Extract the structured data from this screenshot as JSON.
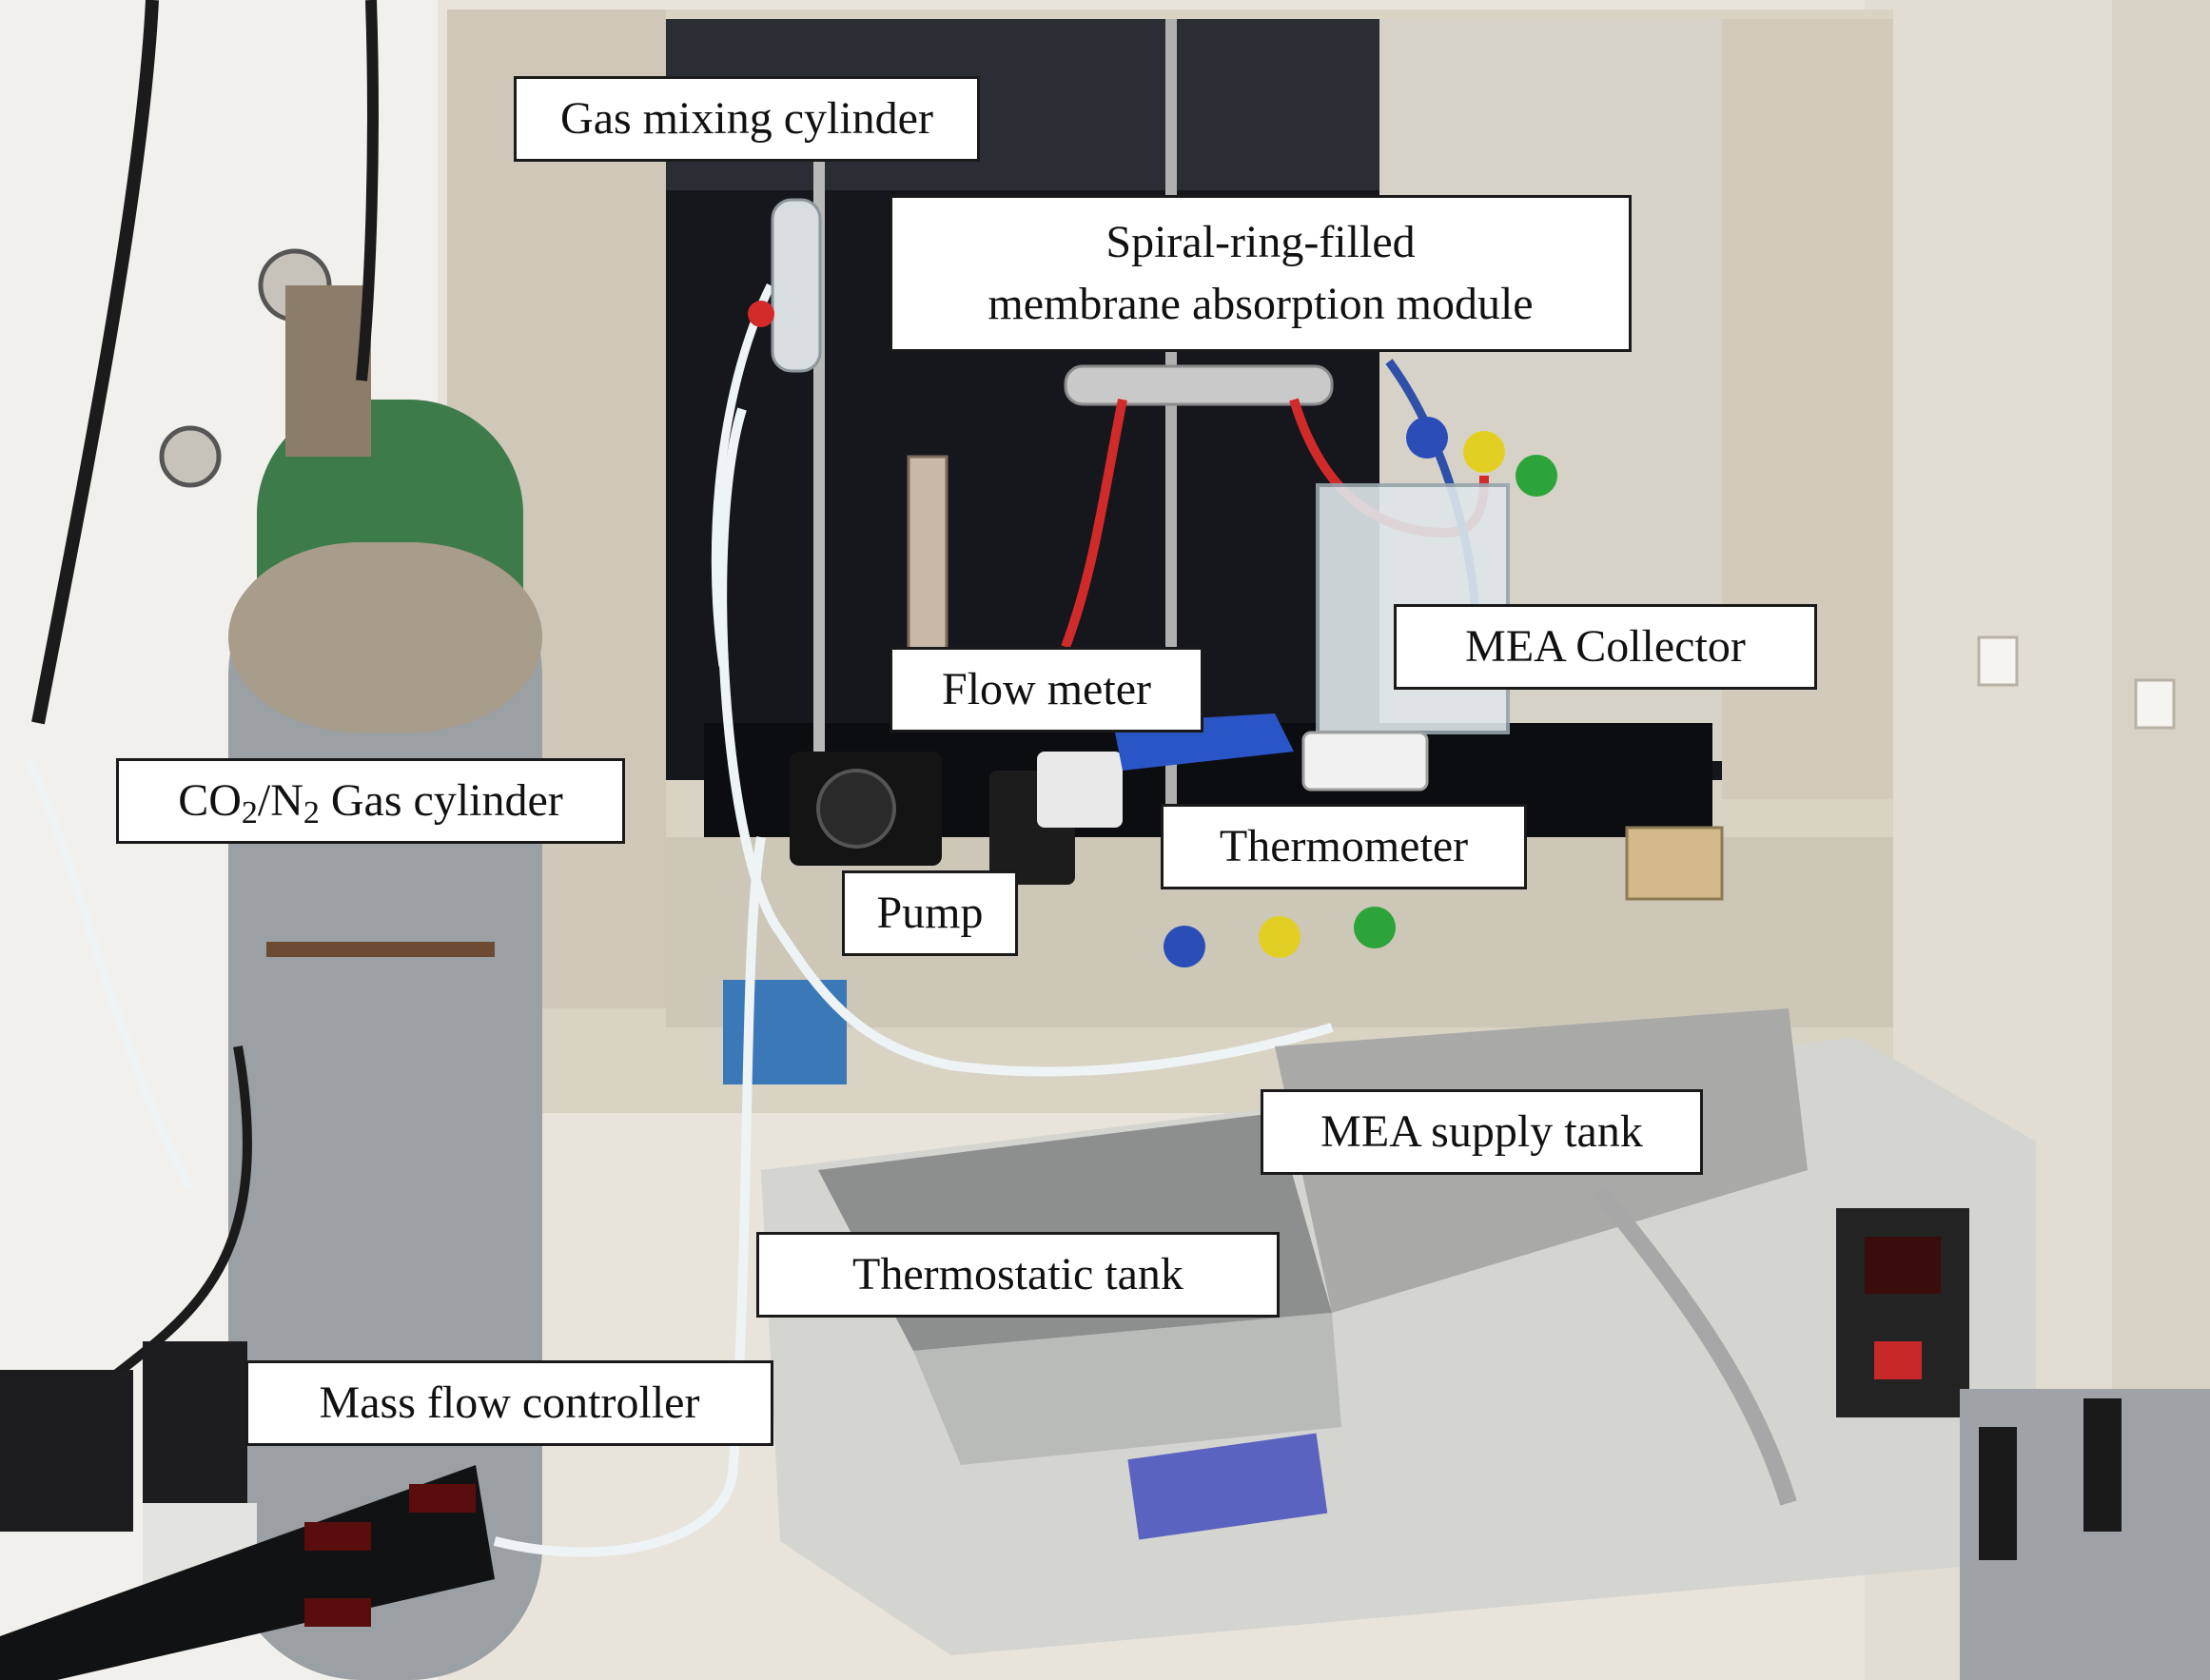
{
  "labels": {
    "gas_mixing_cylinder": "Gas mixing cylinder",
    "spiral_module_line1": "Spiral-ring-filled",
    "spiral_module_line2": "membrane absorption module",
    "flow_meter": "Flow meter",
    "mea_collector": "MEA Collector",
    "gas_cylinder_co": "CO",
    "gas_cylinder_sub1": "2",
    "gas_cylinder_n": "/N",
    "gas_cylinder_sub2": "2",
    "gas_cylinder_rest": " Gas cylinder",
    "thermometer": "Thermometer",
    "pump": "Pump",
    "mea_supply_tank": "MEA supply tank",
    "thermostatic_tank": "Thermostatic tank",
    "mass_flow_controller": "Mass flow controller"
  },
  "colors": {
    "label_background": "#ffffff",
    "label_border": "#1a1a1a",
    "hood_frame": "#d9d3c4",
    "hood_interior": "#15171c",
    "cylinder": "#9aa0a3",
    "tank": "#cfcfcb",
    "wall": "#e8e4dc"
  }
}
